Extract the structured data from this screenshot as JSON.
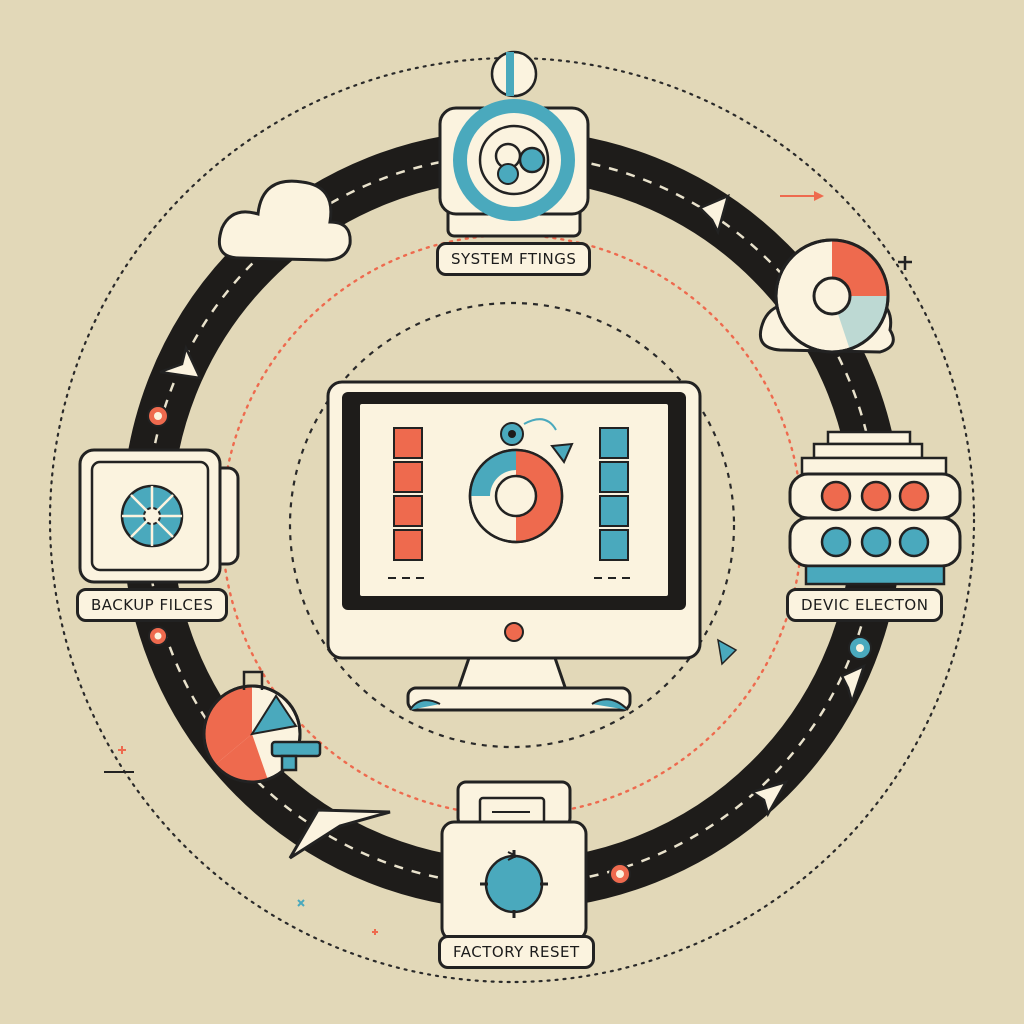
{
  "labels": {
    "system_settings": "SYSTEM FTINGS",
    "backup_files": "BACKUP FILCES",
    "device_selection": "DEVIC ELECTON",
    "factory_reset": "FACTORY RESET"
  },
  "colors": {
    "background": "#e2d8b8",
    "ring": "#1e1c1a",
    "accent_red": "#ee6a4e",
    "accent_teal": "#4aa9bd",
    "cream": "#fbf3df",
    "outline": "#222222"
  },
  "icons": [
    "monitor-icon",
    "refresh-cycle-icon",
    "cloud-icon",
    "cloud-pie-icon",
    "aperture-icon",
    "server-stack-icon",
    "pie-chart-icon",
    "reset-circle-icon",
    "gear-icon"
  ]
}
